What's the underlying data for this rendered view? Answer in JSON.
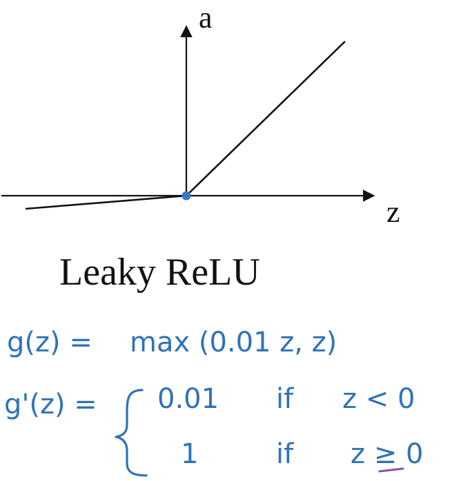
{
  "graph": {
    "y_axis_label": "a",
    "x_axis_label": "z",
    "negative_slope": 0.01,
    "positive_slope": 1
  },
  "title": "Leaky ReLU",
  "equations": {
    "g_lhs": "g(z) =",
    "g_rhs": "max (0.01 z, z)",
    "gprime_lhs": "g'(z) =",
    "case1_value": "0.01",
    "case1_if": "if",
    "case1_cond": "z < 0",
    "case2_value": "1",
    "case2_if": "if",
    "case2_cond": "z ≥ 0"
  },
  "colors": {
    "ink": "#2f72b8",
    "axis": "#111111",
    "origin_dot": "#3a78c2",
    "underline_accent": "#8a4fb0"
  }
}
